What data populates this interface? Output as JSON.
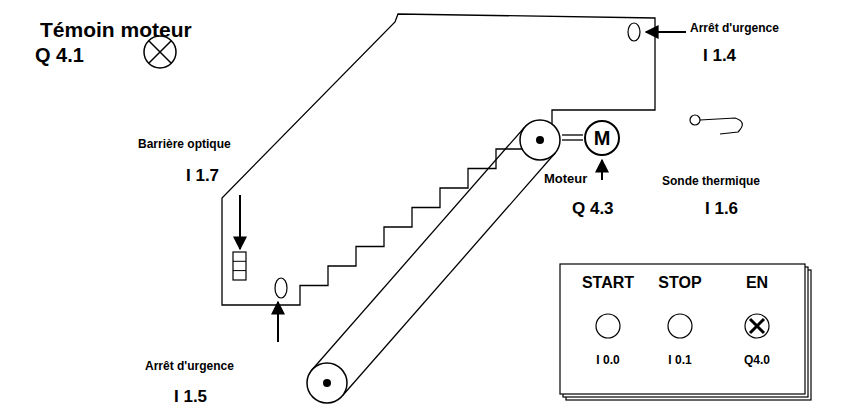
{
  "diagram": {
    "nodes": [
      {
        "text": [
          "M"
        ]
      },
      {
        "text": [
          "START",
          "STOP",
          "EN",
          "I 0.0",
          "I 0.1",
          "Q4.0"
        ]
      }
    ],
    "labels": [
      "Témoin moteur",
      "Q 4.1",
      "Barrière optique",
      "I 1.7",
      "Arrêt d'urgence",
      "I 1.4",
      "Moteur",
      "Q 4.3",
      "Sonde thermique",
      "I 1.6",
      "Arrêt d'urgence",
      "I 1.5"
    ]
  }
}
